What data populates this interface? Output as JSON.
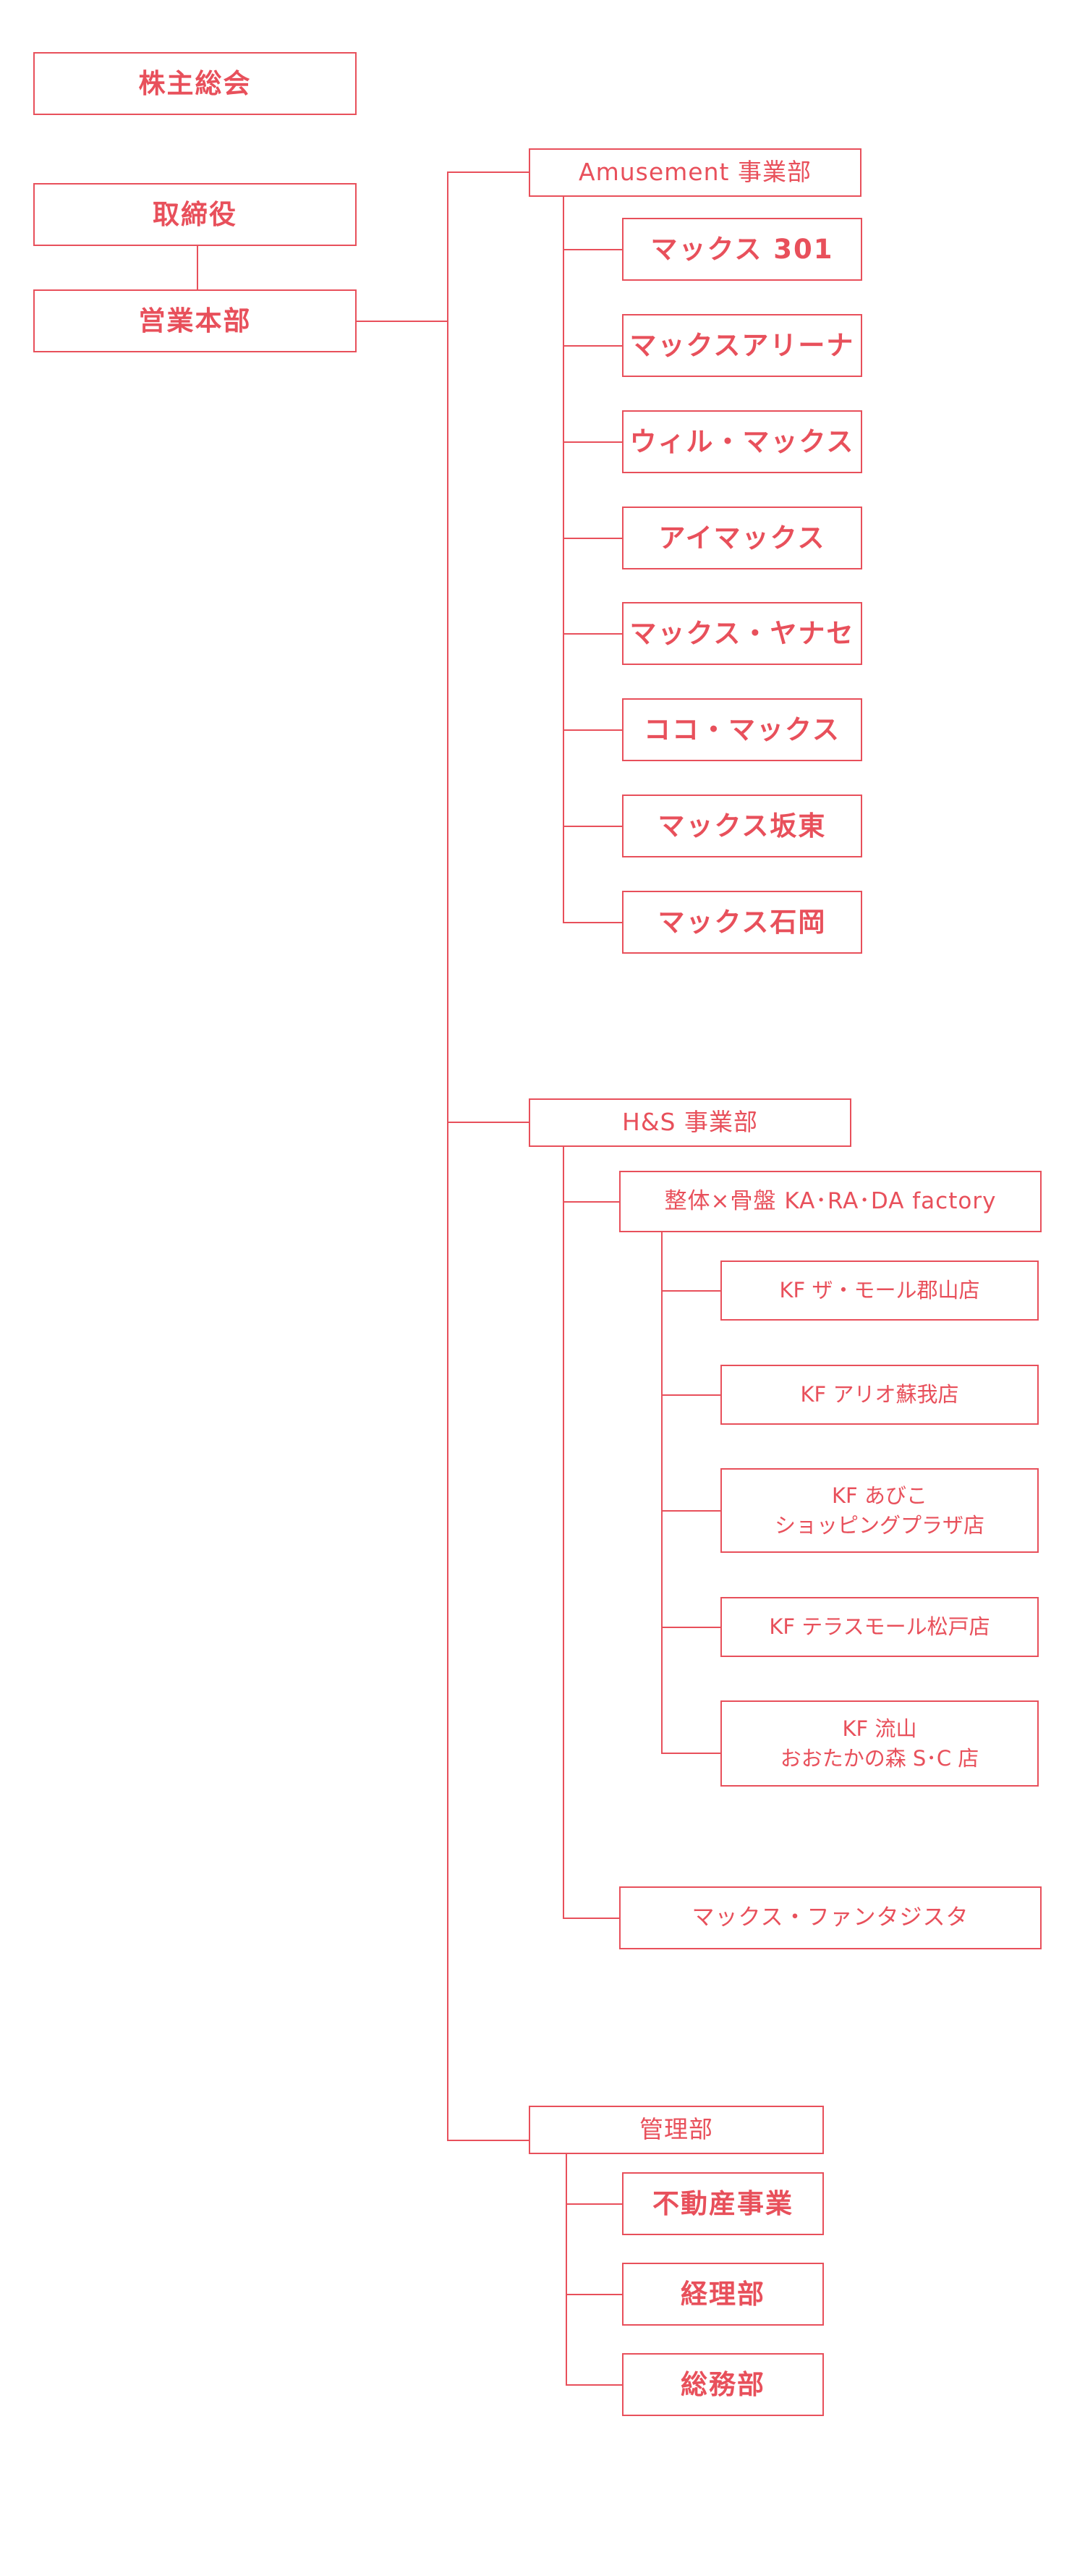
{
  "accent_color": "#e8505b",
  "nodes": {
    "shareholders": "株主総会",
    "board": "取締役",
    "sales_hq": "営業本部",
    "amusement": "Amusement 事業部",
    "max301": "マックス 301",
    "max_arena": "マックスアリーナ",
    "will_max": "ウィル・マックス",
    "i_max": "アイマックス",
    "max_yanase": "マックス・ヤナセ",
    "coco_max": "ココ・マックス",
    "max_bando": "マックス坂東",
    "max_ishioka": "マックス石岡",
    "hs": "H&S 事業部",
    "karada": "整体×骨盤 KA･RA･DA factory",
    "kf_koriyama": "KF ザ・モール郡山店",
    "kf_ario": "KF アリオ蘇我店",
    "kf_abiko": "KF あびこ\nショッピングプラザ店",
    "kf_terrace": "KF テラスモール松戸店",
    "kf_nagareyama": "KF 流山\nおおたかの森 S･C 店",
    "max_fantasista": "マックス・ファンタジスタ",
    "admin": "管理部",
    "real_estate": "不動産事業",
    "accounting": "経理部",
    "general_affairs": "総務部"
  }
}
